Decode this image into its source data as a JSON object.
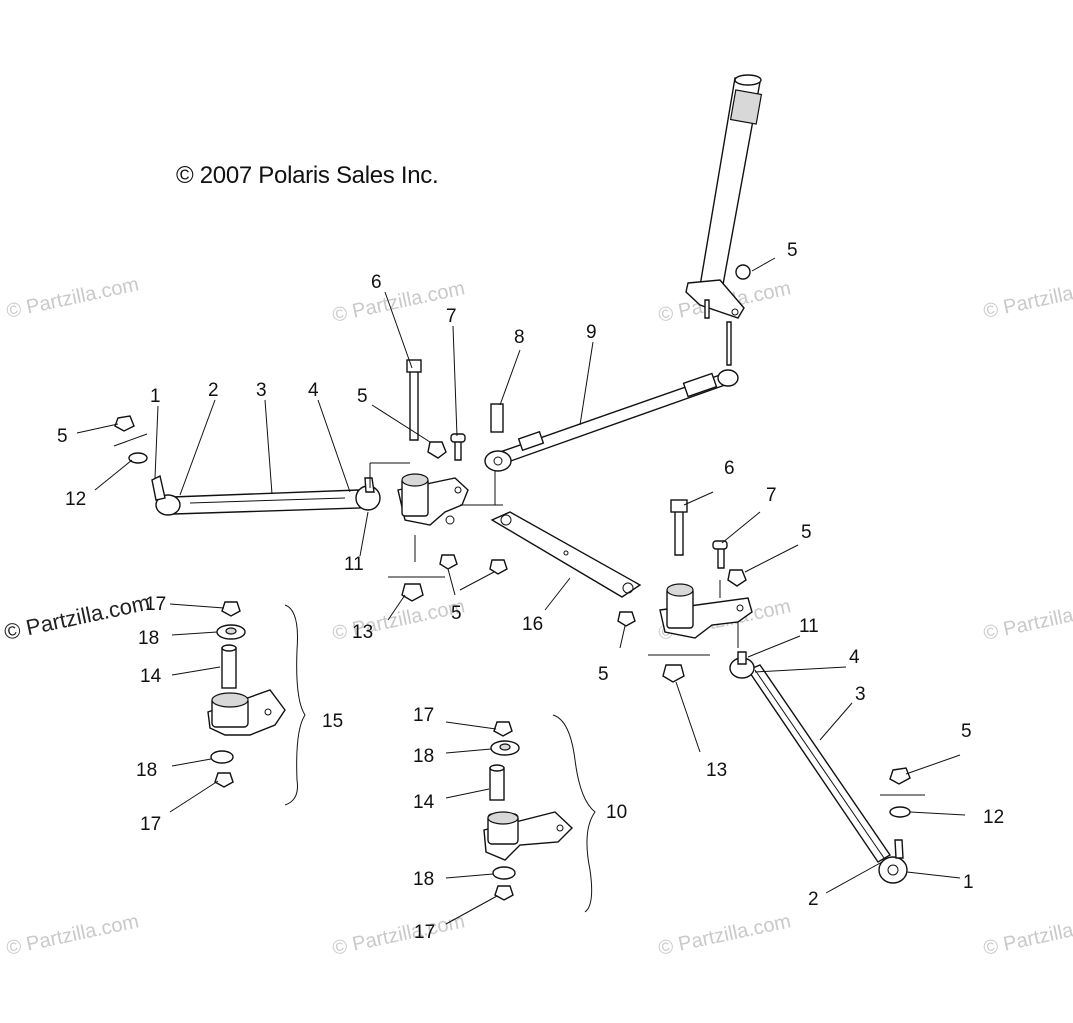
{
  "copyright": "© 2007 Polaris Sales Inc.",
  "watermark": "© Partzilla.com",
  "callouts": [
    {
      "id": "c1a",
      "text": "1"
    },
    {
      "id": "c2a",
      "text": "2"
    },
    {
      "id": "c3a",
      "text": "3"
    },
    {
      "id": "c4a",
      "text": "4"
    },
    {
      "id": "c5a",
      "text": "5"
    },
    {
      "id": "c5b",
      "text": "5"
    },
    {
      "id": "c5c",
      "text": "5"
    },
    {
      "id": "c5d",
      "text": "5"
    },
    {
      "id": "c5e",
      "text": "5"
    },
    {
      "id": "c5f",
      "text": "5"
    },
    {
      "id": "c5g",
      "text": "5"
    },
    {
      "id": "c6a",
      "text": "6"
    },
    {
      "id": "c6b",
      "text": "6"
    },
    {
      "id": "c7a",
      "text": "7"
    },
    {
      "id": "c7b",
      "text": "7"
    },
    {
      "id": "c8",
      "text": "8"
    },
    {
      "id": "c9",
      "text": "9"
    },
    {
      "id": "c11a",
      "text": "11"
    },
    {
      "id": "c11b",
      "text": "11"
    },
    {
      "id": "c12a",
      "text": "12"
    },
    {
      "id": "c12b",
      "text": "12"
    },
    {
      "id": "c13a",
      "text": "13"
    },
    {
      "id": "c13b",
      "text": "13"
    },
    {
      "id": "c16",
      "text": "16"
    },
    {
      "id": "c4b",
      "text": "4"
    },
    {
      "id": "c3b",
      "text": "3"
    },
    {
      "id": "c2b",
      "text": "2"
    },
    {
      "id": "c1b",
      "text": "1"
    },
    {
      "id": "c17a",
      "text": "17"
    },
    {
      "id": "c18a",
      "text": "18"
    },
    {
      "id": "c14a",
      "text": "14"
    },
    {
      "id": "c15",
      "text": "15"
    },
    {
      "id": "c18b",
      "text": "18"
    },
    {
      "id": "c17b",
      "text": "17"
    },
    {
      "id": "c17c",
      "text": "17"
    },
    {
      "id": "c18c",
      "text": "18"
    },
    {
      "id": "c14b",
      "text": "14"
    },
    {
      "id": "c10",
      "text": "10"
    },
    {
      "id": "c18d",
      "text": "18"
    },
    {
      "id": "c17d",
      "text": "17"
    }
  ]
}
